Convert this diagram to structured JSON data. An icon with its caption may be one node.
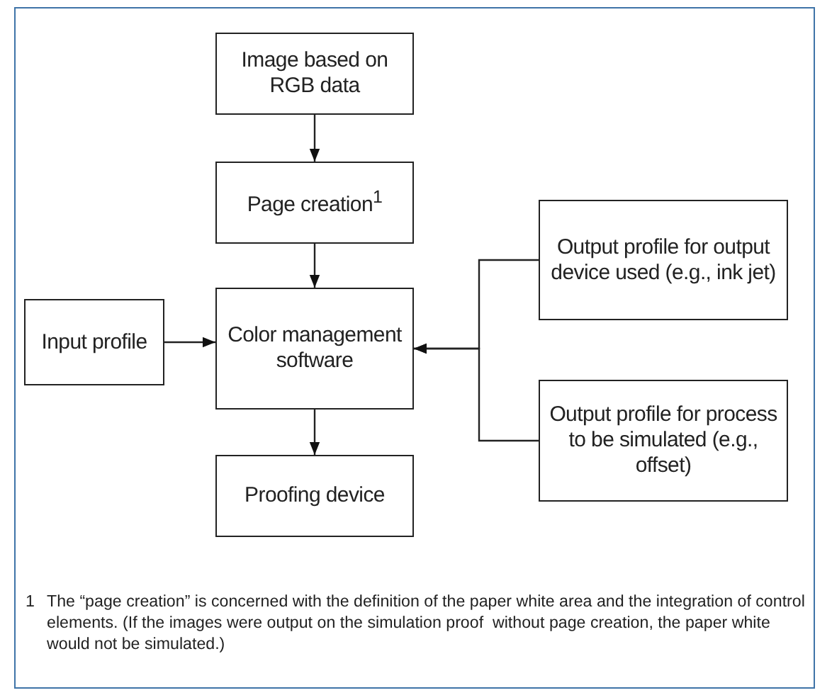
{
  "diagram": {
    "nodes": [
      {
        "text": [
          "Image based on RGB data"
        ]
      },
      {
        "text": [
          "Page creation$^{1}$"
        ]
      },
      {
        "text": [
          "Color management software"
        ]
      },
      {
        "text": [
          "Input profile"
        ]
      },
      {
        "text": [
          "Output profile for output device used (e.g., ink jet)"
        ]
      },
      {
        "text": [
          "Output profile for process to be simulated (e.g., offset)"
        ]
      },
      {
        "text": [
          "Proofing device"
        ]
      }
    ],
    "edges": [
      {
        "from": 0,
        "to": 1,
        "arrow": "to"
      },
      {
        "from": 1,
        "to": 2,
        "arrow": "to"
      },
      {
        "from": 3,
        "to": 2,
        "arrow": "to"
      },
      {
        "from": 4,
        "to": 2,
        "arrow": "to"
      },
      {
        "from": 5,
        "to": 2,
        "arrow": "to"
      },
      {
        "from": 2,
        "to": 6,
        "arrow": "to"
      }
    ],
    "labels": [
      "1",
      "The “page creation” is concerned with the definition of the paper white area and the integration of control elements. (If the images were output on the simulation proof  without page creation, the paper white would not be simulated.)"
    ]
  }
}
